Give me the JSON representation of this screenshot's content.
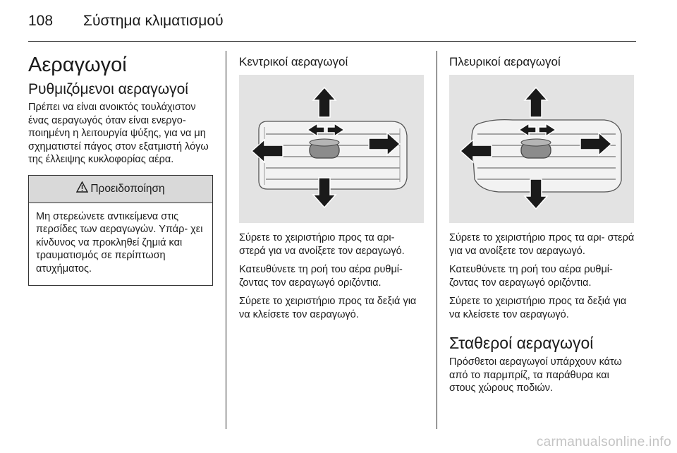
{
  "header": {
    "page_number": "108",
    "chapter": "Σύστημα κλιματισμού"
  },
  "left": {
    "title": "Αεραγωγοί",
    "subtitle": "Ρυθμιζόμενοι αεραγωγοί",
    "paragraph": "Πρέπει να είναι ανοικτός τουλάχιστον ένας αεραγωγός όταν είναι ενεργο- ποιημένη η λειτουργία ψύξης, για να μη σχηματιστεί πάγος στον εξατμιστή λόγω της έλλειψης κυκλοφορίας αέρα.",
    "warning": {
      "icon": "warning-triangle-icon",
      "label": "Προειδοποίηση",
      "text": "Μη στερεώνετε αντικείμενα στις περσίδες των αεραγωγών. Υπάρ- χει κίνδυνος να προκληθεί ζημιά και τραυματισμός σε περίπτωση ατυχήματος."
    }
  },
  "middle": {
    "title": "Κεντρικοί αεραγωγοί",
    "p1": "Σύρετε το χειριστήριο προς τα αρι- στερά για να ανοίξετε τον αεραγωγό.",
    "p2": "Κατευθύνετε τη ροή του αέρα ρυθμί- ζοντας τον αεραγωγό οριζόντια.",
    "p3": "Σύρετε το χειριστήριο προς τα δεξιά για να κλείσετε τον αεραγωγό."
  },
  "right": {
    "title": "Πλευρικοί αεραγωγοί",
    "p1": "Σύρετε το χειριστήριο προς τα αρι- στερά για να ανοίξετε τον αεραγωγό.",
    "p2": "Κατευθύνετε τη ροή του αέρα ρυθμί- ζοντας τον αεραγωγό οριζόντια.",
    "p3": "Σύρετε το χειριστήριο προς τα δεξιά για να κλείσετε τον αεραγωγό.",
    "subtitle2": "Σταθεροί αεραγωγοί",
    "p4": "Πρόσθετοι αεραγωγοί υπάρχουν κάτω από το παρμπρίζ, τα παράθυρα και στους χώρους ποδιών."
  },
  "watermark": "carmanualsonline.info"
}
